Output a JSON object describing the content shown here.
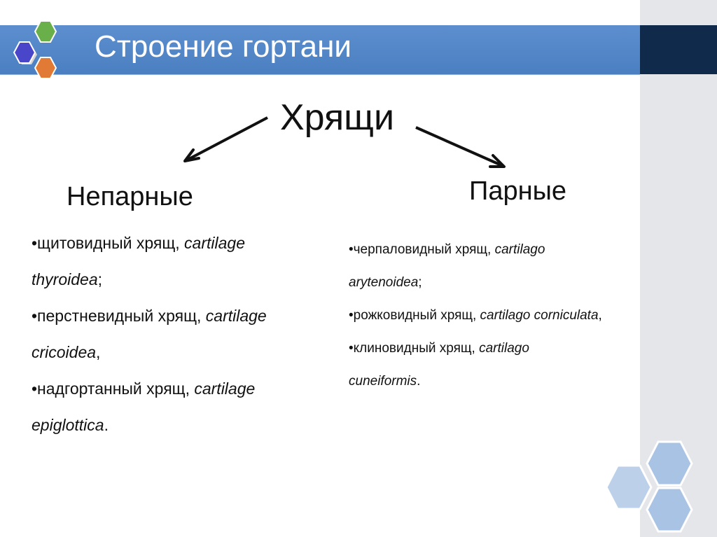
{
  "slide": {
    "title": "Строение гортани",
    "main_heading": "Хрящи",
    "colors": {
      "title_bar": "#4a7fc1",
      "title_bar_dark": "#102a4c",
      "side_strip": "#e4e6ea",
      "hex_purple": "#4a46c9",
      "hex_green": "#6ab04a",
      "hex_orange": "#e07a34",
      "hex_light_blue": "#a9c3e4"
    }
  },
  "left_column": {
    "heading": "Непарные",
    "items": [
      {
        "line1_plain": "•щитовидный хрящ, ",
        "line1_latin": "cartilage",
        "line2_latin": "thyroidea",
        "line2_tail": ";"
      },
      {
        "line1_plain": "•перстневидный хрящ, ",
        "line1_latin": "cartilage",
        "line2_latin": "cricoidea",
        "line2_tail": ","
      },
      {
        "line1_plain": "•надгортанный хрящ, ",
        "line1_latin": "cartilage",
        "line2_latin": "epiglottica",
        "line2_tail": "."
      }
    ]
  },
  "right_column": {
    "heading": "Парные",
    "items": [
      {
        "line1_plain": "•черпаловидный хрящ, ",
        "line1_latin": "cartilago",
        "line2_latin": "arytenoidea",
        "line2_tail": ";"
      },
      {
        "line1_plain": "•рожковидный хрящ, ",
        "line1_latin": "cartilago corniculata",
        "line1_tail": ","
      },
      {
        "line1_plain": "•клиновидный хрящ, ",
        "line1_latin": "cartilago",
        "line2_latin": "cuneiformis",
        "line2_tail": "."
      }
    ]
  }
}
